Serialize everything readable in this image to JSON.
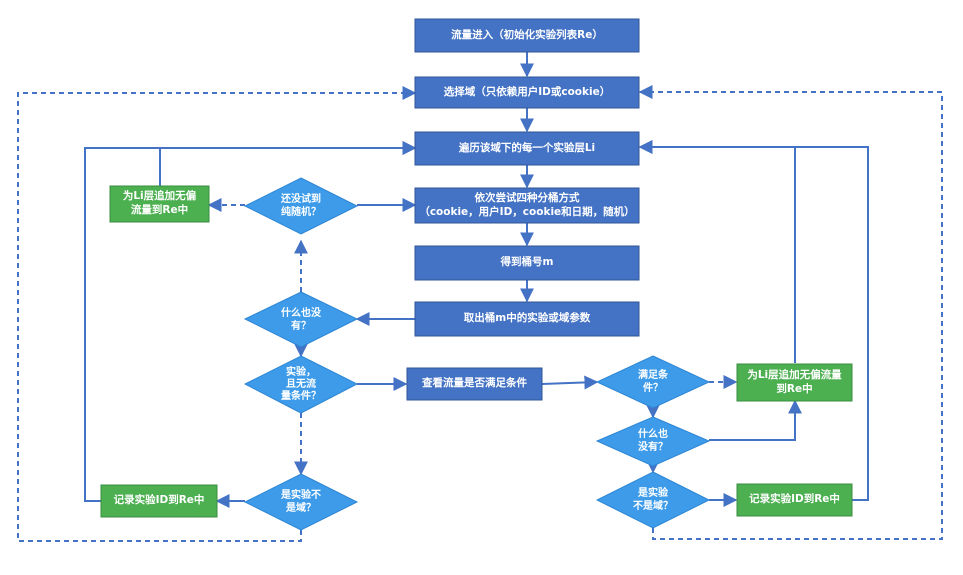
{
  "nodes": {
    "entry": "流量进入（初始化实验列表Re）",
    "select_domain": "选择域（只依赖用户ID或cookie）",
    "iterate_layers": "遍历该域下的每一个实验层Li",
    "try_bucket_line1": "依次尝试四种分桶方式",
    "try_bucket_line2": "（cookie，用户ID，cookie和日期，随机）",
    "get_bucket": "得到桶号m",
    "take_params": "取出桶m中的实验或域参数",
    "check_traffic": "查看流量是否满足条件",
    "add_unbiased_left_line1": "为Li层追加无偏",
    "add_unbiased_left_line2": "流量到Re中",
    "add_unbiased_right_line1": "为Li层追加无偏流量",
    "add_unbiased_right_line2": "到Re中",
    "record_left": "记录实验ID到Re中",
    "record_right": "记录实验ID到Re中"
  },
  "decisions": {
    "random_tried_line1": "还没试到",
    "random_tried_line2": "纯随机？",
    "nothing_left_line1": "什么也没",
    "nothing_left_line2": "有？",
    "experiment_line1": "实验，",
    "experiment_line2": "且无流",
    "experiment_line3": "量条件？",
    "is_domain_left_line1": "是实验不",
    "is_domain_left_line2": "是域？",
    "meets_line1": "满足条",
    "meets_line2": "件？",
    "nothing_right_line1": "什么也",
    "nothing_right_line2": "没有？",
    "is_domain_right_line1": "是实验",
    "is_domain_right_line2": "不是域？"
  },
  "colors": {
    "process_box": "#4472C4",
    "action_box": "#4CAF50",
    "decision": "#3D9BE9",
    "connector": "#4472C4"
  }
}
